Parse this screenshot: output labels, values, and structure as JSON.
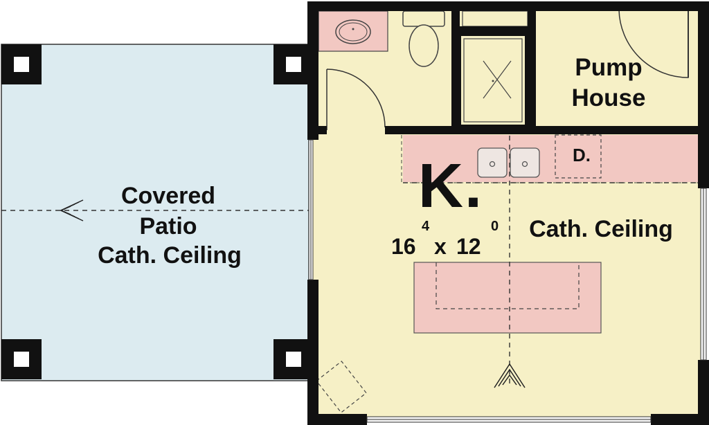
{
  "colors": {
    "patio": "#dcebf0",
    "interior": "#f6f0c6",
    "fixture": "#f2c8c2",
    "wall": "#111111",
    "background": "#ffffff"
  },
  "rooms": {
    "patio": {
      "line1": "Covered",
      "line2": "Patio",
      "line3": "Cath. Ceiling"
    },
    "pump_house": {
      "line1": "Pump",
      "line2": "House"
    },
    "kitchen": {
      "letter": "K.",
      "ceiling": "Cath. Ceiling",
      "dims": {
        "width": "16",
        "width_sup": "4",
        "times": "x",
        "depth": "12",
        "depth_sup": "0"
      }
    }
  },
  "fixtures": {
    "dishwasher": "D."
  },
  "icons": [
    "ridge-arrow-left-icon",
    "ridge-arrow-down-icon",
    "sink-icon",
    "toilet-icon",
    "shower-icon"
  ]
}
